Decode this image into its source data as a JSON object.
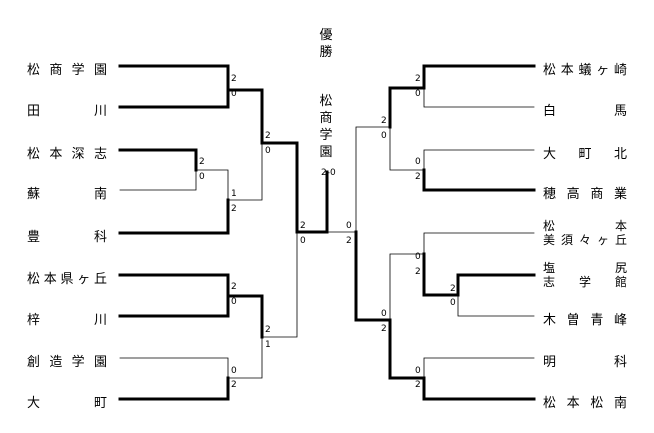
{
  "left_teams": [
    "松商学園",
    "田川",
    "松本深志",
    "蘇南",
    "豊科",
    "松本県ヶ丘",
    "梓川",
    "創造学園",
    "大町"
  ],
  "right_teams": [
    "松本蟻ヶ崎",
    "白馬",
    "大町北",
    "穂高商業",
    [
      "松本",
      "美須々ヶ丘"
    ],
    [
      "塩尻",
      "志学館"
    ],
    "木曽青峰",
    "明科",
    "松本松南"
  ],
  "champion_label": "優勝",
  "champion": "松商学園",
  "scores": {
    "l_r1_a": [
      "2",
      "0"
    ],
    "l_r1_b": [
      "2",
      "0"
    ],
    "l_r1_c": [
      "1",
      "2"
    ],
    "l_r1_d": [
      "2",
      "0"
    ],
    "l_r1_e": [
      "0",
      "2"
    ],
    "l_r2_a": [
      "2",
      "0"
    ],
    "l_r2_b": [
      "2",
      "1"
    ],
    "l_r3": [
      "2",
      "0"
    ],
    "final_left": [
      "2",
      "0"
    ],
    "final_right": [
      "0",
      "2"
    ],
    "r_r1_a": [
      "2",
      "0"
    ],
    "r_r1_b": [
      "0",
      "2"
    ],
    "r_r1_c": [
      "0",
      "2"
    ],
    "r_r1_d": [
      "2",
      "0"
    ],
    "r_r1_e": [
      "0",
      "2"
    ],
    "r_r2_a": [
      "2",
      "0"
    ],
    "r_r2_b": [
      "0",
      "2"
    ],
    "champ_score": "2-0"
  }
}
